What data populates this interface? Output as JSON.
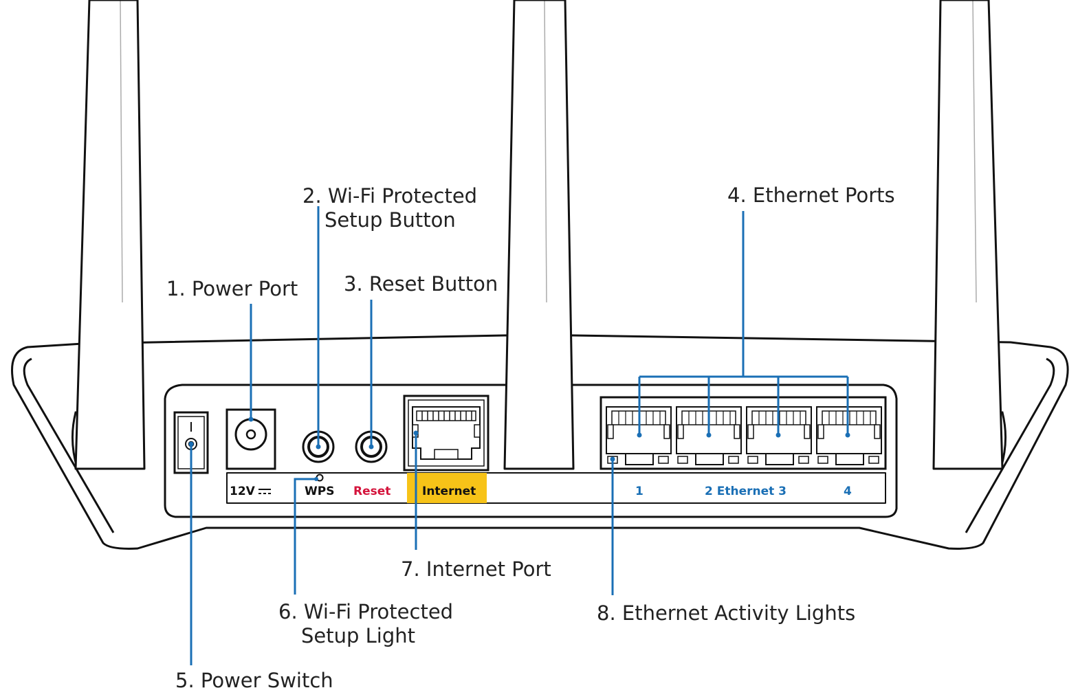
{
  "colors": {
    "outline": "#111111",
    "leader": "#1a6fb5",
    "label_text": "#222222",
    "internet_highlight": "#f7c318",
    "reset_text": "#d4143c",
    "ethernet_text": "#1a6fb5"
  },
  "callouts": {
    "power_port": "1. Power Port",
    "wps_button_line1": "2. Wi-Fi Protected",
    "wps_button_line2": "Setup Button",
    "reset_button": "3. Reset Button",
    "ethernet_ports": "4. Ethernet Ports",
    "power_switch": "5. Power Switch",
    "wps_light_line1": "6. Wi-Fi Protected",
    "wps_light_line2": "Setup Light",
    "internet_port": "7. Internet Port",
    "activity_lights": "8. Ethernet Activity Lights"
  },
  "panel_labels": {
    "voltage": "12V",
    "wps": "WPS",
    "reset": "Reset",
    "internet": "Internet",
    "port1": "1",
    "port2_and_group": "2 Ethernet 3",
    "port4": "4"
  },
  "icons": {
    "dc_symbol": "dc-current-icon",
    "power_switch": "rocker-switch-icon"
  }
}
